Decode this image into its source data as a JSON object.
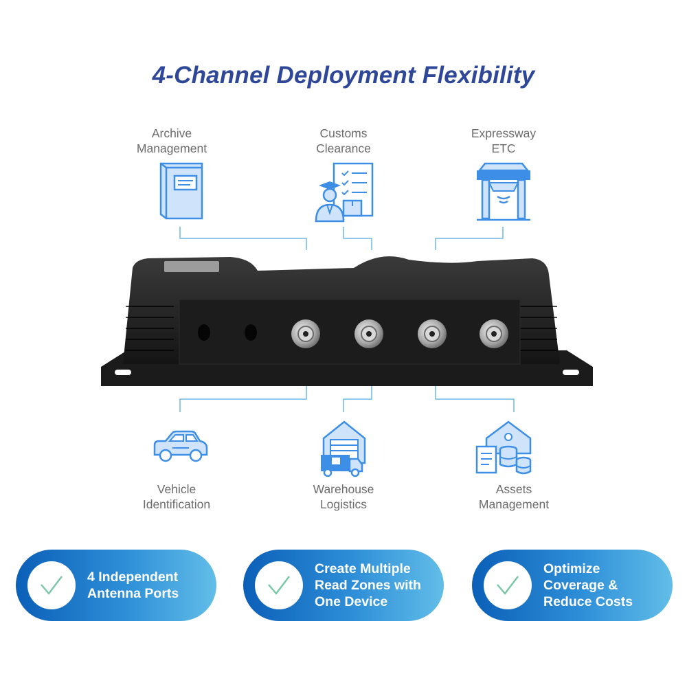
{
  "title": "4-Channel Deployment Flexibility",
  "applications": {
    "archive": {
      "line1": "Archive",
      "line2": "Management"
    },
    "customs": {
      "line1": "Customs",
      "line2": "Clearance"
    },
    "expressway": {
      "line1": "Expressway",
      "line2": "ETC"
    },
    "vehicle": {
      "line1": "Vehicle",
      "line2": "Identification"
    },
    "warehouse": {
      "line1": "Warehouse",
      "line2": "Logistics"
    },
    "assets": {
      "line1": "Assets",
      "line2": "Management"
    }
  },
  "features": [
    {
      "line1": "4 Independent",
      "line2": "Antenna Ports",
      "line3": ""
    },
    {
      "line1": "Create Multiple",
      "line2": "Read Zones with",
      "line3": "One Device"
    },
    {
      "line1": "Optimize",
      "line2": "Coverage &",
      "line3": "Reduce Costs"
    }
  ],
  "icons": {
    "archive": "archive-book-icon",
    "customs": "customs-officer-checklist-icon",
    "expressway": "toll-gate-icon",
    "vehicle": "car-icon",
    "warehouse": "warehouse-truck-icon",
    "assets": "assets-database-icon",
    "check": "checkmark-icon"
  },
  "colors": {
    "title": "#2f4799",
    "icon_blue": "#3d8ee6",
    "icon_light": "#cfe4fb",
    "pill_start": "#0b5fb7",
    "pill_end": "#62bde8",
    "check": "#7cc7a8",
    "label_gray": "#6c6c6c",
    "connector": "#6cb7e6"
  }
}
